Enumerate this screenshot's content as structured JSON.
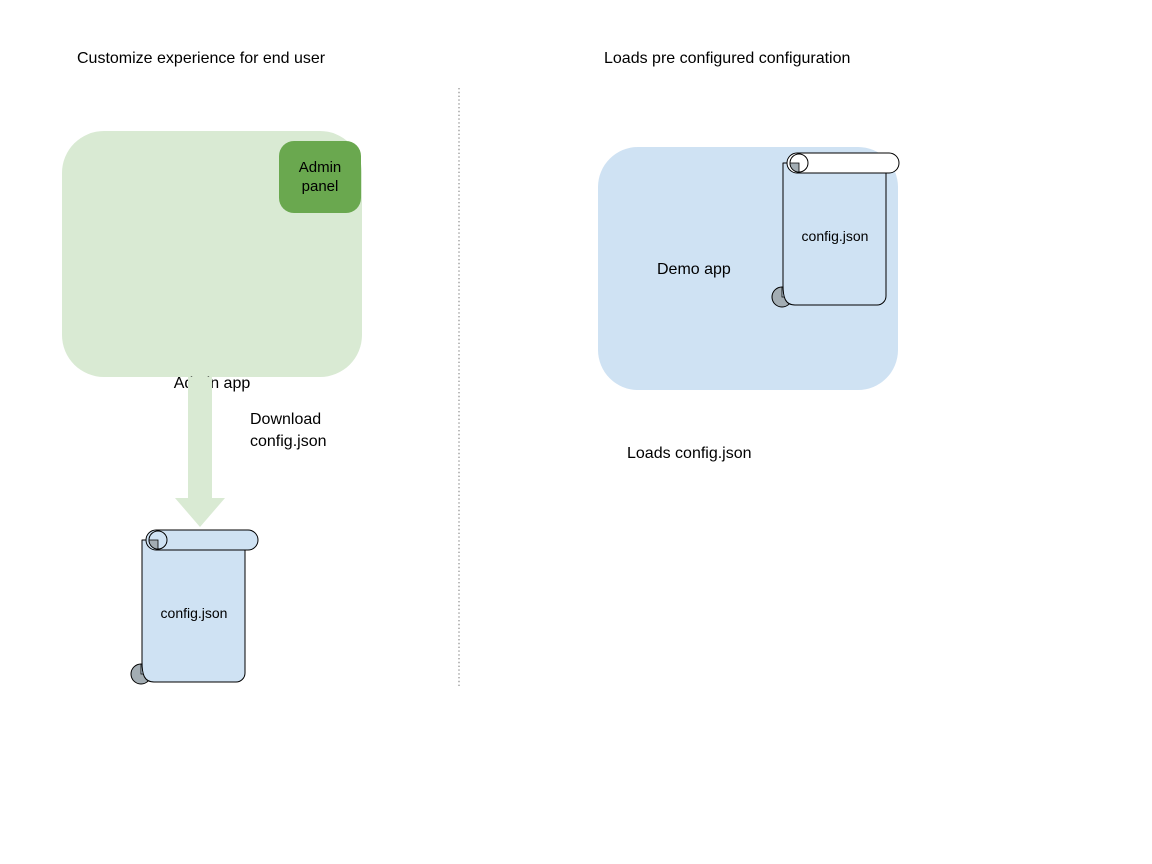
{
  "diagram": {
    "left": {
      "title": "Customize experience for end user",
      "admin_app_label": "Admin app",
      "admin_panel_label": "Admin panel",
      "download_label_line1": "Download",
      "download_label_line2": "config.json",
      "config_file_label": "config.json"
    },
    "right": {
      "title": "Loads pre configured configuration",
      "demo_app_label": "Demo app",
      "config_file_label": "config.json",
      "caption": "Loads config.json"
    },
    "colors": {
      "admin_app_fill": "#d9ead3",
      "admin_panel_fill": "#6aa84f",
      "arrow_fill": "#d9ead3",
      "demo_app_fill": "#cfe2f3",
      "scroll_body_fill": "#cfe2f3",
      "scroll_roll_fill_right": "#ffffff",
      "scroll_curl_fill": "#a3adb3",
      "shape_outline": "#000000",
      "divider_color": "#9e9e9e",
      "text_color": "#000000"
    }
  }
}
